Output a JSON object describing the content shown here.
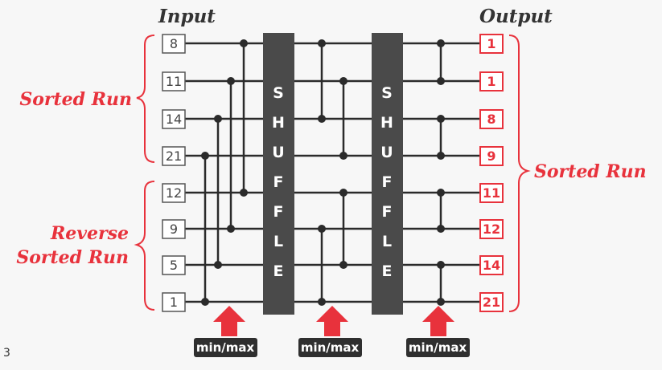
{
  "headers": {
    "input": "Input",
    "output": "Output"
  },
  "brace_labels": {
    "sorted_run_left": "Sorted Run",
    "reverse_line1": "Reverse",
    "reverse_line2": "Sorted Run",
    "sorted_run_right": "Sorted Run"
  },
  "inputs": [
    "8",
    "11",
    "14",
    "21",
    "12",
    "9",
    "5",
    "1"
  ],
  "outputs": [
    "1",
    "1",
    "8",
    "9",
    "11",
    "12",
    "14",
    "21"
  ],
  "shuffle_letters": [
    "S",
    "H",
    "U",
    "F",
    "F",
    "L",
    "E"
  ],
  "op_labels": [
    "min/max",
    "min/max",
    "min/max"
  ],
  "page_number": "3",
  "colors": {
    "accent": "#e8323c",
    "shuffle_bar": "#4a4a4a",
    "wire": "#2b2b2b",
    "op_box": "#2f2f2f",
    "input_box_border": "#555555"
  }
}
